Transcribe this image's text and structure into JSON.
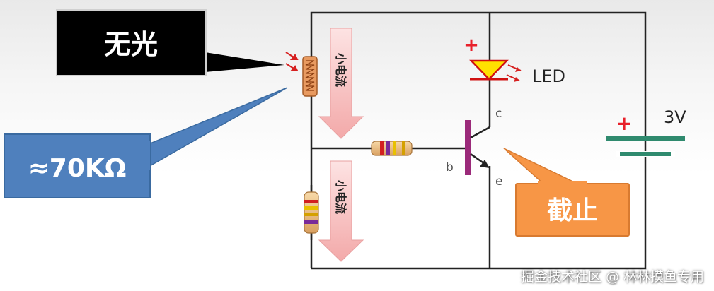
{
  "callouts": {
    "no_light": "无光",
    "resistance": "≈70KΩ",
    "cutoff": "截止"
  },
  "arrows": {
    "top_current": "小电流",
    "bottom_current": "小电流"
  },
  "labels": {
    "led": "LED",
    "voltage": "3V",
    "led_plus": "+",
    "battery_plus": "+",
    "collector": "c",
    "base": "b",
    "emitter": "e"
  },
  "watermark": "掘金技术社区 @ 林林摸鱼专用",
  "colors": {
    "black_box": "#000000",
    "blue_box": "#4f80bd",
    "orange_box": "#f79646",
    "wire": "#222222",
    "led": "#ffe000",
    "plus_red": "#e8202a",
    "battery": "#2f8a6e",
    "transistor": "#9b2a7a",
    "current_arrow": "#f2b8b8"
  },
  "icons": [
    "photoresistor-icon",
    "resistor-icon",
    "led-icon",
    "transistor-icon",
    "battery-icon",
    "light-ray-icon"
  ]
}
